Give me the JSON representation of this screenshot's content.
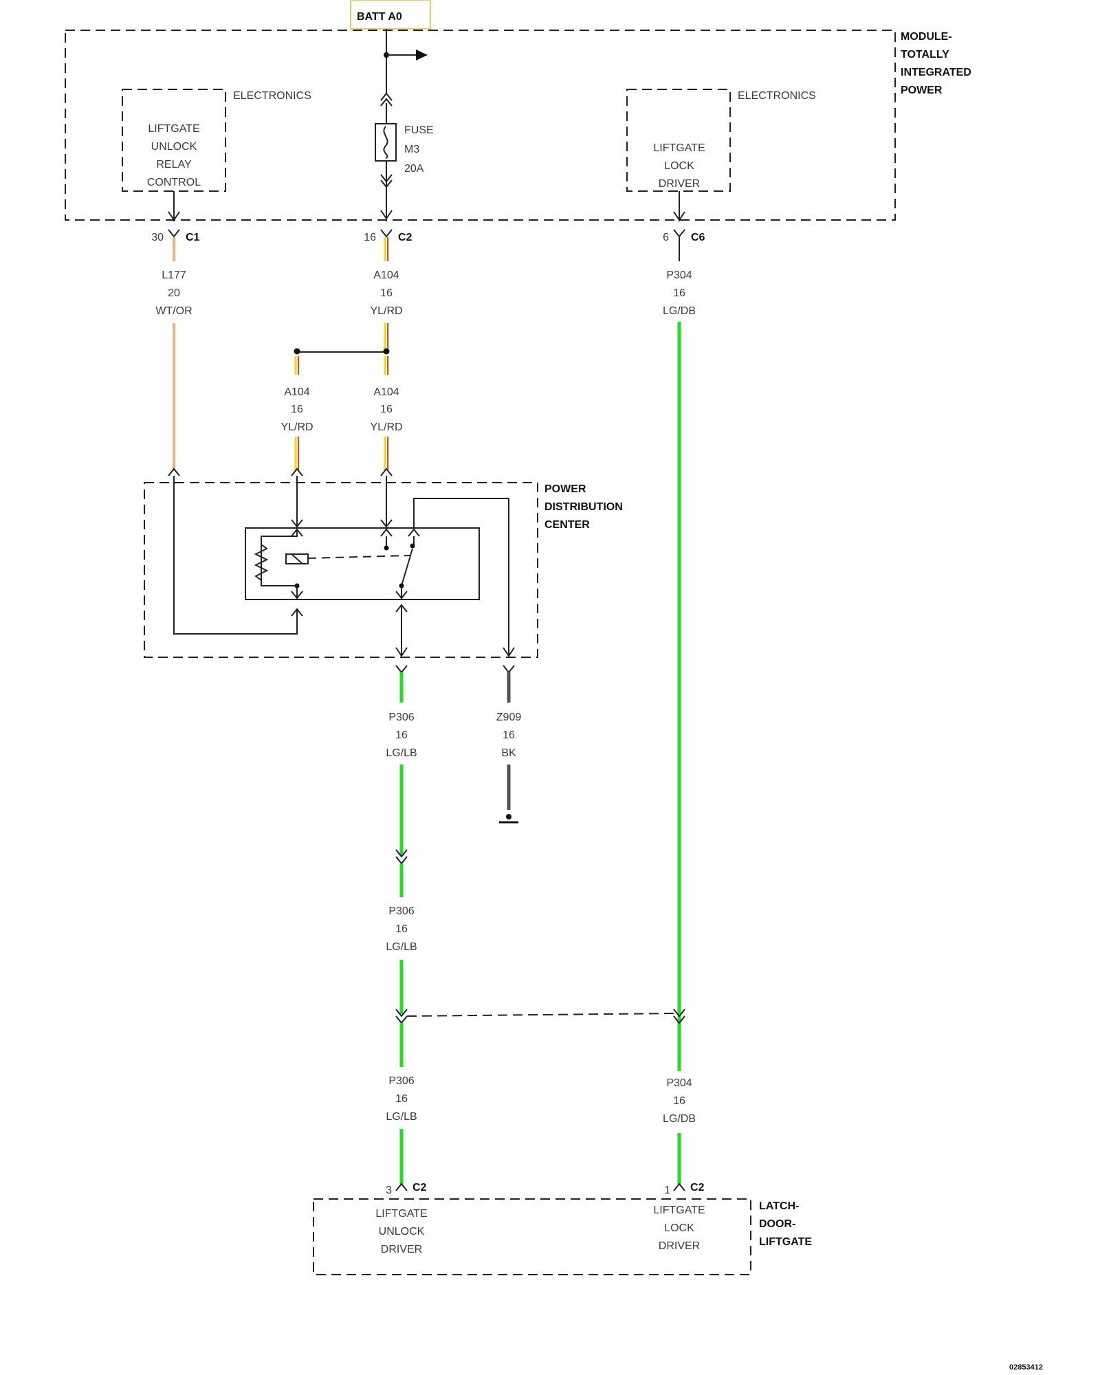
{
  "batt_label": "BATT A0",
  "tipm": {
    "title": [
      "MODULE-",
      "TOTALLY",
      "INTEGRATED",
      "POWER"
    ],
    "electronics_left": "ELECTRONICS",
    "electronics_right": "ELECTRONICS",
    "unlock_relay_control": [
      "LIFTGATE",
      "UNLOCK",
      "RELAY",
      "CONTROL"
    ],
    "lock_driver": [
      "LIFTGATE",
      "LOCK",
      "DRIVER"
    ],
    "fuse": [
      "FUSE",
      "M3",
      "20A"
    ]
  },
  "connectors": {
    "c1": {
      "pin": "30",
      "name": "C1"
    },
    "c2": {
      "pin": "16",
      "name": "C2"
    },
    "c6": {
      "pin": "6",
      "name": "C6"
    },
    "latch_c2_a": {
      "pin": "3",
      "name": "C2"
    },
    "latch_c2_b": {
      "pin": "1",
      "name": "C2"
    }
  },
  "wires": {
    "l177": {
      "circuit": "L177",
      "gauge": "20",
      "color_code": "WT/OR"
    },
    "a104_top": {
      "circuit": "A104",
      "gauge": "16",
      "color_code": "YL/RD"
    },
    "p304_top": {
      "circuit": "P304",
      "gauge": "16",
      "color_code": "LG/DB"
    },
    "a104_left": {
      "circuit": "A104",
      "gauge": "16",
      "color_code": "YL/RD"
    },
    "a104_right": {
      "circuit": "A104",
      "gauge": "16",
      "color_code": "YL/RD"
    },
    "p306_a": {
      "circuit": "P306",
      "gauge": "16",
      "color_code": "LG/LB"
    },
    "z909": {
      "circuit": "Z909",
      "gauge": "16",
      "color_code": "BK"
    },
    "p306_b": {
      "circuit": "P306",
      "gauge": "16",
      "color_code": "LG/LB"
    },
    "p306_c": {
      "circuit": "P306",
      "gauge": "16",
      "color_code": "LG/LB"
    },
    "p304_bottom": {
      "circuit": "P304",
      "gauge": "16",
      "color_code": "LG/DB"
    }
  },
  "pdc": {
    "title": [
      "POWER",
      "DISTRIBUTION",
      "CENTER"
    ]
  },
  "latch": {
    "title": [
      "LATCH-",
      "DOOR-",
      "LIFTGATE"
    ],
    "unlock_driver": [
      "LIFTGATE",
      "UNLOCK",
      "DRIVER"
    ],
    "lock_driver": [
      "LIFTGATE",
      "LOCK",
      "DRIVER"
    ]
  },
  "doc_number": "02853412",
  "colors": {
    "wt_or": "#f0b27a",
    "yellow": "#ffd400",
    "red": "#e8412a",
    "green": "#22dd22",
    "black_wire": "#555555",
    "batt_box": "#f5c860"
  }
}
